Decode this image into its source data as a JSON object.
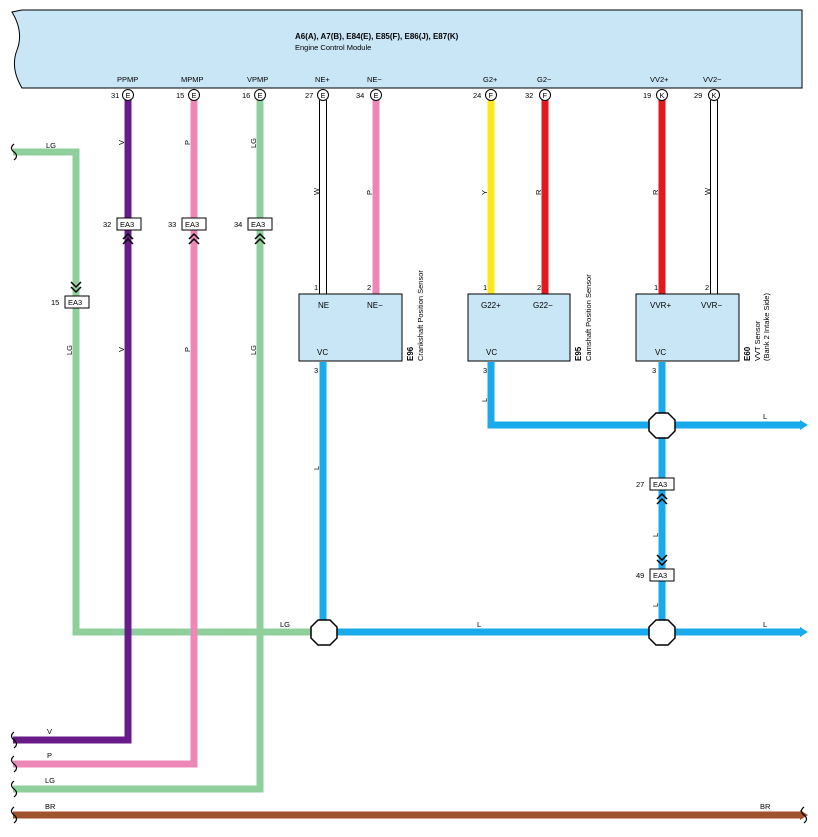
{
  "ecm": {
    "connectors": "A6(A), A7(B), E84(E), E85(F), E86(J), E87(K)",
    "name": "Engine Control Module",
    "color": "#c9e6f7"
  },
  "pins": [
    {
      "signal": "PPMP",
      "pin": "31",
      "conn": "E"
    },
    {
      "signal": "MPMP",
      "pin": "15",
      "conn": "E"
    },
    {
      "signal": "VPMP",
      "pin": "16",
      "conn": "E"
    },
    {
      "signal": "NE+",
      "pin": "27",
      "conn": "E"
    },
    {
      "signal": "NE−",
      "pin": "34",
      "conn": "E"
    },
    {
      "signal": "G2+",
      "pin": "24",
      "conn": "F"
    },
    {
      "signal": "G2−",
      "pin": "32",
      "conn": "F"
    },
    {
      "signal": "VV2+",
      "pin": "19",
      "conn": "K"
    },
    {
      "signal": "VV2−",
      "pin": "29",
      "conn": "K"
    }
  ],
  "wire_colors": {
    "V": "#6a1b8a",
    "P": "#ec87b6",
    "LG": "#8fcf9c",
    "W": "#ffffff",
    "Y": "#ffe81a",
    "R": "#e3191f",
    "L": "#1aa9ea",
    "BR": "#a0522d"
  },
  "wire_labels": {
    "v": "V",
    "p": "P",
    "lg": "LG",
    "w": "W",
    "y": "Y",
    "r": "R",
    "l": "L",
    "br": "BR"
  },
  "junctions": [
    {
      "pin": "32",
      "name": "EA3"
    },
    {
      "pin": "33",
      "name": "EA3"
    },
    {
      "pin": "34",
      "name": "EA3"
    },
    {
      "pin": "15",
      "name": "EA3"
    },
    {
      "pin": "27",
      "name": "EA3"
    },
    {
      "pin": "49",
      "name": "EA3"
    }
  ],
  "sensors": [
    {
      "id": "E96",
      "name": "Crankshaft Position Sensor",
      "pin1": "1",
      "pin2": "2",
      "label1": "NE",
      "label2": "NE−",
      "vc_pin": "3",
      "vc_label": "VC"
    },
    {
      "id": "E95",
      "name": "Camshaft Position Sensor",
      "pin1": "1",
      "pin2": "2",
      "label1": "G22+",
      "label2": "G22−",
      "vc_pin": "3",
      "vc_label": "VC"
    },
    {
      "id": "E60",
      "name": "VVT Sensor",
      "name2": "(Bank 2 Intake Side)",
      "pin1": "1",
      "pin2": "2",
      "label1": "VVR+",
      "label2": "VVR−",
      "vc_pin": "3",
      "vc_label": "VC"
    }
  ]
}
